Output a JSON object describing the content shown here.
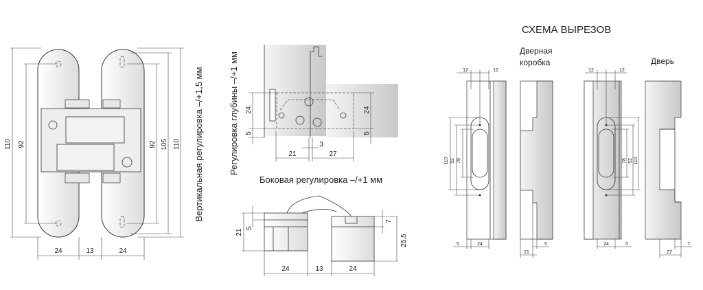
{
  "front_view": {
    "dims": {
      "height_left": "110",
      "holes_left": "92",
      "holes_right": "92",
      "slot": "105",
      "height_right": "110",
      "w_left": "24",
      "gap": "13",
      "w_right": "24"
    },
    "label": "Вертикальная регулировка –/+1,5 мм"
  },
  "top_view": {
    "dims": {
      "h_left": "24",
      "off_left": "5",
      "h_right": "24",
      "off_right": "5",
      "w_left": "21",
      "gap": "3",
      "w_right": "27"
    },
    "label_depth": "Регулировка глубины –/+1 мм",
    "label_side": "Боковая регулировка –/+1 мм"
  },
  "side_view": {
    "dims": {
      "h_left": "21",
      "step_left": "5",
      "step_right": "7",
      "h_right": "25,5",
      "w_left": "24",
      "gap": "13",
      "w_right": "24"
    }
  },
  "cutout_scheme": {
    "title": "СХЕМА ВЫРЕЗОВ",
    "frame_label_1": "Дверная",
    "frame_label_2": "коробка",
    "door_label": "Дверь",
    "frame_front": {
      "top_left": "12",
      "top_right": "12",
      "h110": "110",
      "h92": "92",
      "h78": "78",
      "bottom_offset": "5",
      "bottom_width": "24"
    },
    "frame_side": {
      "depth": "21",
      "step": "5"
    },
    "door_front": {
      "top_left": "12",
      "top_right": "12",
      "h78": "78",
      "h92": "92",
      "h110": "110",
      "bottom_width": "24",
      "bottom_offset": "5"
    },
    "door_side": {
      "depth": "27",
      "step": "7"
    }
  }
}
